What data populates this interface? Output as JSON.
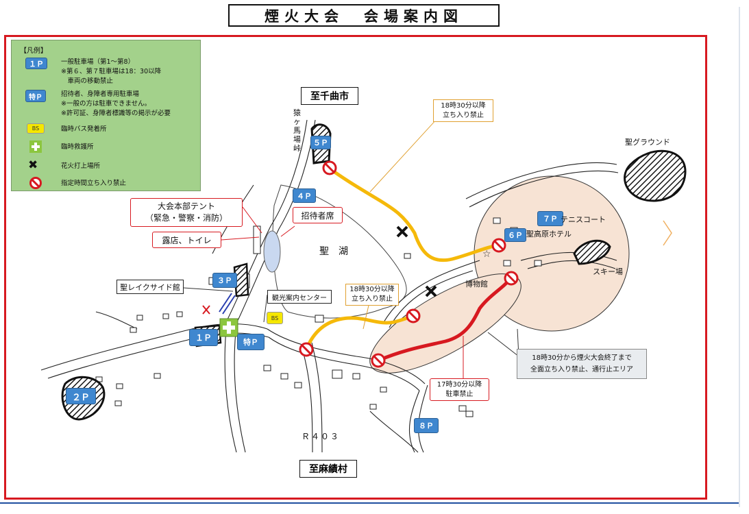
{
  "title": "煙火大会　会場案内図",
  "colors": {
    "frame": "#d71920",
    "legend_bg": "#a3d18b",
    "parking_badge": "#3f87cf",
    "no_entry_18_30": "#f5b90a",
    "no_entry_17_30": "#d71920",
    "restricted_area": "#f7e3d4",
    "lake": "#c9d8f0"
  },
  "legend": {
    "header": "【凡例】",
    "items": [
      {
        "icon": "parking-badge",
        "badge": "１Ｐ",
        "text": "一般駐車場（第1～第8）\n※第６、第７駐車場は18：30以降\n　車両の移動禁止"
      },
      {
        "icon": "special-parking-badge",
        "badge": "特Ｐ",
        "text": "招待者、身障者専用駐車場\n※一般の方は駐車できません。\n※許可証、身障者標識等の掲示が必要"
      },
      {
        "icon": "bus-stop-badge",
        "badge": "BS",
        "text": "臨時バス発着所"
      },
      {
        "icon": "first-aid-cross-icon",
        "text": "臨時救護所"
      },
      {
        "icon": "black-x-icon",
        "text": "花火打上場所"
      },
      {
        "icon": "no-entry-icon",
        "text": "指定時間立ち入り禁止"
      }
    ]
  },
  "destinations": {
    "north": "至千曲市",
    "south": "至麻績村"
  },
  "parking": {
    "p1": "１Ｐ",
    "p2": "２Ｐ",
    "p3": "３Ｐ",
    "p4": "４Ｐ",
    "p5": "５Ｐ",
    "p6": "６Ｐ",
    "p7": "７Ｐ",
    "p8": "８Ｐ",
    "special": "特Ｐ"
  },
  "bus_stop": "BS",
  "labels": {
    "pass": "猿ヶ馬場峠",
    "lake": "聖　湖",
    "hq_tent": "大会本部テント\n（緊急・警察・消防）",
    "stalls": "露店、トイレ",
    "guest_seats": "招待者席",
    "lakeside": "聖レイクサイド館",
    "tourist_center": "観光案内センター",
    "tennis": "テニスコート",
    "hotel": "聖高原ホテル",
    "museum": "博物館",
    "ski": "スキー場",
    "ground": "聖グラウンド",
    "road": "Ｒ４０３",
    "no_entry_north": "18時30分以降\n立ち入り禁止",
    "no_entry_south": "18時30分以降\n立ち入り禁止",
    "no_parking": "17時30分以降\n駐車禁止",
    "closed_area": "18時30分から煙火大会終了まで\n全面立ち入り禁止、通行止エリア"
  }
}
